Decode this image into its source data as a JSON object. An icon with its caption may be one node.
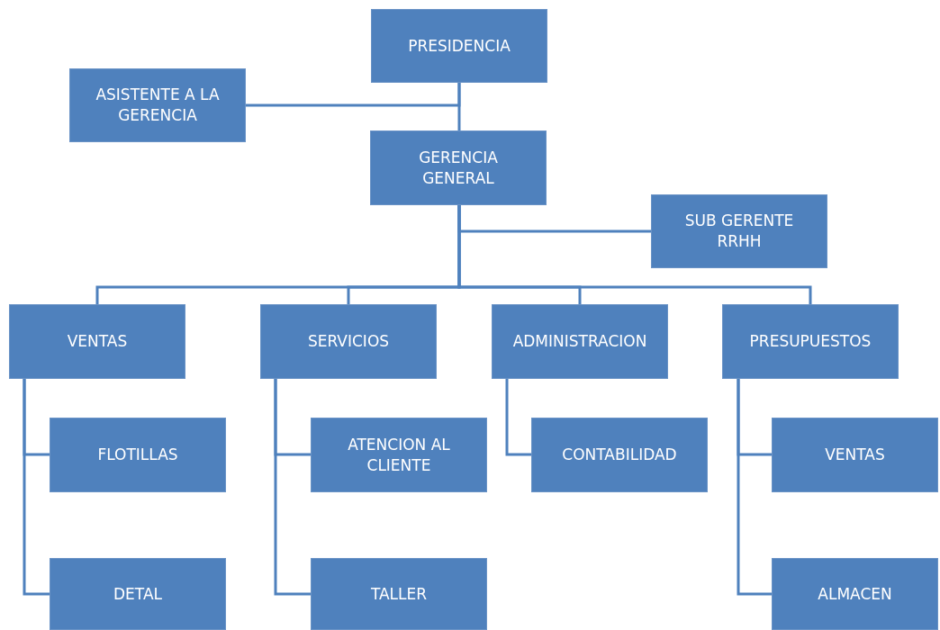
{
  "diagram": {
    "nodes": [
      {
        "text": [
          "PRESIDENCIA"
        ]
      },
      {
        "text": [
          "ASISTENTE A LA GERENCIA"
        ]
      },
      {
        "text": [
          "GERENCIA GENERAL"
        ]
      },
      {
        "text": [
          "SUB GERENTE RRHH"
        ]
      },
      {
        "text": [
          "VENTAS"
        ]
      },
      {
        "text": [
          "SERVICIOS"
        ]
      },
      {
        "text": [
          "ADMINISTRACION"
        ]
      },
      {
        "text": [
          "PRESUPUESTOS"
        ]
      },
      {
        "text": [
          "FLOTILLAS"
        ]
      },
      {
        "text": [
          "DETAL"
        ]
      },
      {
        "text": [
          "ATENCION AL CLIENTE"
        ]
      },
      {
        "text": [
          "TALLER"
        ]
      },
      {
        "text": [
          "CONTABILIDAD"
        ]
      },
      {
        "text": [
          "VENTAS"
        ]
      },
      {
        "text": [
          "ALMACEN"
        ]
      }
    ],
    "edges": [
      {
        "from": 0,
        "to": 2,
        "arrow": "none"
      },
      {
        "from": 0,
        "to": 1,
        "arrow": "none"
      },
      {
        "from": 2,
        "to": 3,
        "arrow": "none"
      },
      {
        "from": 2,
        "to": 4,
        "arrow": "none"
      },
      {
        "from": 2,
        "to": 5,
        "arrow": "none"
      },
      {
        "from": 2,
        "to": 6,
        "arrow": "none"
      },
      {
        "from": 2,
        "to": 7,
        "arrow": "none"
      },
      {
        "from": 4,
        "to": 8,
        "arrow": "none"
      },
      {
        "from": 4,
        "to": 9,
        "arrow": "none"
      },
      {
        "from": 5,
        "to": 10,
        "arrow": "none"
      },
      {
        "from": 5,
        "to": 11,
        "arrow": "none"
      },
      {
        "from": 6,
        "to": 12,
        "arrow": "none"
      },
      {
        "from": 7,
        "to": 13,
        "arrow": "none"
      },
      {
        "from": 7,
        "to": 14,
        "arrow": "none"
      }
    ]
  }
}
